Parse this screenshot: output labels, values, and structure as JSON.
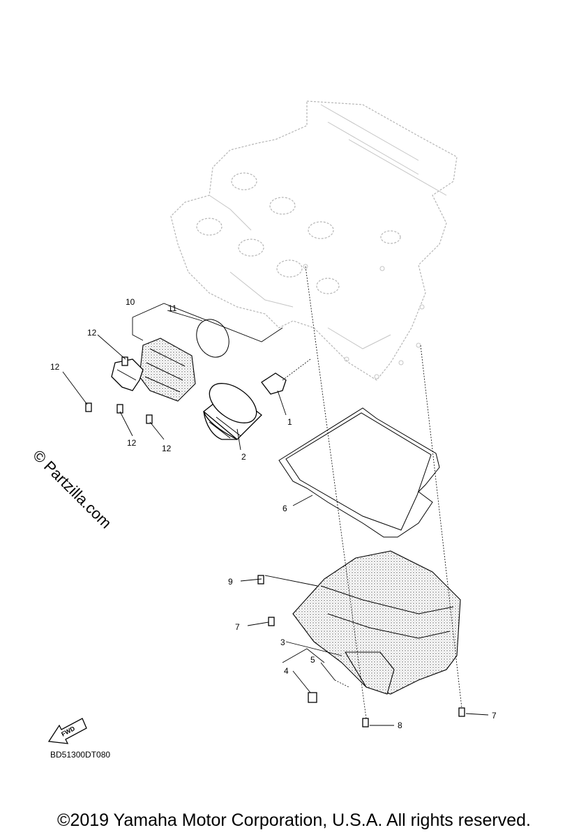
{
  "callouts": {
    "c1": "1",
    "c2": "2",
    "c3": "3",
    "c4": "4",
    "c5": "5",
    "c6": "6",
    "c7a": "7",
    "c7b": "7",
    "c8": "8",
    "c9": "9",
    "c10": "10",
    "c11": "11",
    "c12a": "12",
    "c12b": "12",
    "c12c": "12",
    "c12d": "12"
  },
  "fwd_label": "FWD",
  "watermark": "© Partzilla.com",
  "diagram_code": "BD51300DT080",
  "copyright": "©2019 Yamaha Motor Corporation, U.S.A. All rights reserved."
}
